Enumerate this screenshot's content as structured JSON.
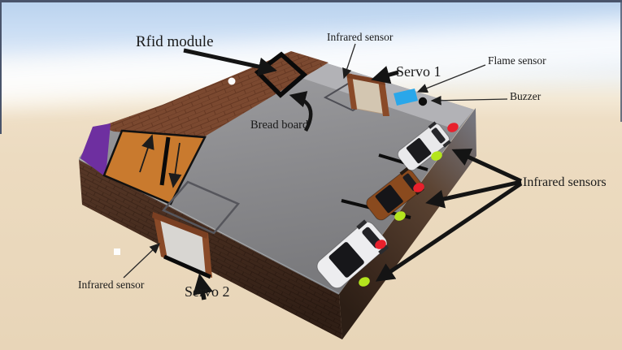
{
  "labels": {
    "rfid_module": "Rfid module",
    "infrared_sensor_top": "Infrared sensor",
    "servo_1": "Servo 1",
    "flame_sensor": "Flame sensor",
    "buzzer": "Buzzer",
    "bread_board": "Bread board",
    "infrared_sensors_group": "Infrared sensors",
    "infrared_sensor_bottom": "Infrared sensor",
    "servo_2": "Servo 2"
  },
  "colors": {
    "sky_blue": "#c7dbf2",
    "cloud_white": "#ffffff",
    "ground_tan": "#ecdbc0",
    "frame_navy": "#49546b",
    "platform_top_gray": "#8e8e91",
    "platform_edge_light_gray": "#b2b2b6",
    "brick_brown": "#7b4930",
    "side_wall_brown": "#583827",
    "ramp_orange": "#c97a2e",
    "corner_purple": "#6e2fa0",
    "flame_sensor_blue": "#2aa7ea",
    "buzzer_black": "#0d0d0d",
    "annotation_black": "#141414",
    "gate_frame_brown": "#8a4a28",
    "gate_door_tan": "#d3c6b1",
    "gate_door_white": "#d8d6d2"
  },
  "sensor_dots": [
    {
      "index": 1,
      "state": "red",
      "color": "#e8202c"
    },
    {
      "index": 2,
      "state": "green",
      "color": "#b4e51e"
    },
    {
      "index": 3,
      "state": "red",
      "color": "#e8202c"
    },
    {
      "index": 4,
      "state": "green",
      "color": "#b4e51e"
    },
    {
      "index": 5,
      "state": "red",
      "color": "#e8202c"
    },
    {
      "index": 6,
      "state": "green",
      "color": "#b4e51e"
    }
  ],
  "cars": [
    {
      "color_name": "white",
      "color": "#e9e9eb"
    },
    {
      "color_name": "brown",
      "color": "#8a4a1e"
    },
    {
      "color_name": "white",
      "color": "#ededef"
    }
  ]
}
